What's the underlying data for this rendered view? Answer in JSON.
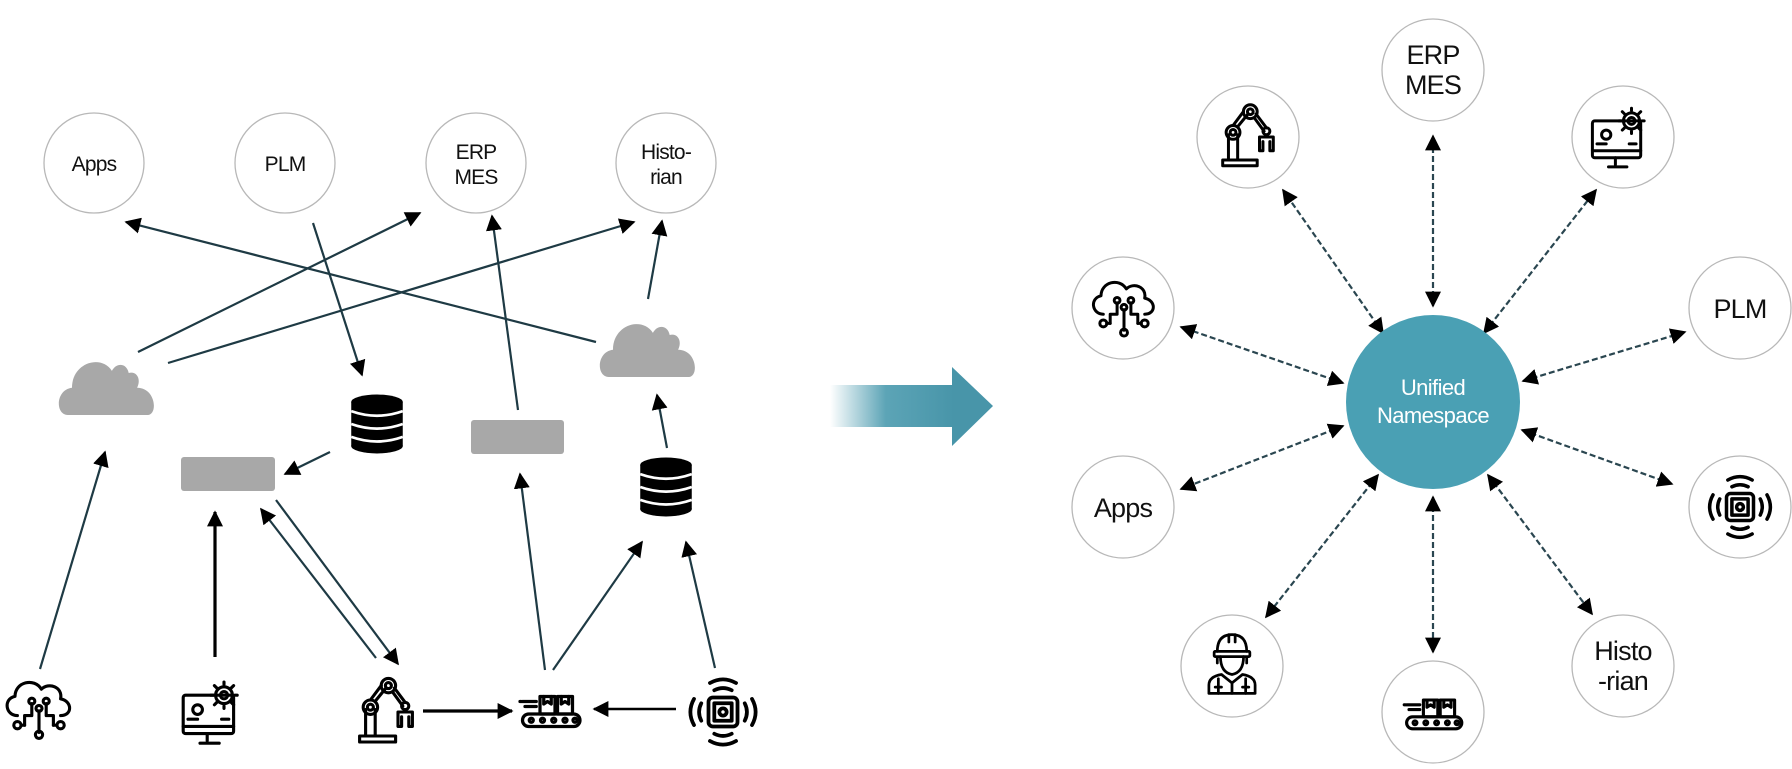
{
  "left_diagram": {
    "title": "Point-to-point architecture",
    "top_systems": [
      {
        "id": "apps",
        "label_lines": [
          "Apps"
        ]
      },
      {
        "id": "plm",
        "label_lines": [
          "PLM"
        ]
      },
      {
        "id": "erp-mes",
        "label_lines": [
          "ERP",
          "MES"
        ]
      },
      {
        "id": "historian",
        "label_lines": [
          "Histo-",
          "rian"
        ]
      }
    ],
    "middle_components": [
      "cloud-1",
      "database-1",
      "gateway-box-1",
      "gateway-box-2",
      "cloud-2",
      "database-2"
    ],
    "edge_devices": [
      "iot-cloud",
      "monitor-settings",
      "robot-arm",
      "conveyor",
      "sensor"
    ],
    "connections": [
      {
        "from": "cloud-1",
        "to": "erp-mes"
      },
      {
        "from": "cloud-1",
        "to": "historian"
      },
      {
        "from": "cloud-2",
        "to": "apps"
      },
      {
        "from": "plm",
        "to": "database-1"
      },
      {
        "from": "gateway-box-2",
        "to": "erp-mes"
      },
      {
        "from": "cloud-2",
        "to": "historian"
      },
      {
        "from": "database-1",
        "to": "gateway-box-1"
      },
      {
        "from": "database-2",
        "to": "cloud-2"
      },
      {
        "from": "iot-cloud",
        "to": "cloud-1"
      },
      {
        "from": "monitor-settings",
        "to": "gateway-box-1"
      },
      {
        "from": "robot-arm",
        "to": "gateway-box-1"
      },
      {
        "from": "gateway-box-1",
        "to": "robot-arm"
      },
      {
        "from": "robot-arm",
        "to": "conveyor"
      },
      {
        "from": "sensor",
        "to": "conveyor"
      },
      {
        "from": "conveyor",
        "to": "gateway-box-2"
      },
      {
        "from": "conveyor",
        "to": "database-2"
      },
      {
        "from": "sensor",
        "to": "database-2"
      }
    ]
  },
  "transition_arrow": {
    "color": "#4a9aae"
  },
  "right_diagram": {
    "hub": {
      "label_lines": [
        "Unified",
        "Namespace"
      ],
      "color": "#4aa0b4"
    },
    "spokes": [
      {
        "id": "erp-mes",
        "type": "text",
        "label_lines": [
          "ERP",
          "MES"
        ]
      },
      {
        "id": "monitor-settings",
        "type": "icon"
      },
      {
        "id": "plm",
        "type": "text",
        "label_lines": [
          "PLM"
        ]
      },
      {
        "id": "sensor",
        "type": "icon"
      },
      {
        "id": "historian",
        "type": "text",
        "label_lines": [
          "Histo",
          "-rian"
        ]
      },
      {
        "id": "conveyor",
        "type": "icon"
      },
      {
        "id": "worker",
        "type": "icon"
      },
      {
        "id": "apps",
        "type": "text",
        "label_lines": [
          "Apps"
        ]
      },
      {
        "id": "iot-cloud",
        "type": "icon"
      },
      {
        "id": "robot-arm",
        "type": "icon"
      }
    ],
    "connection_style": "bidirectional-dashed"
  }
}
